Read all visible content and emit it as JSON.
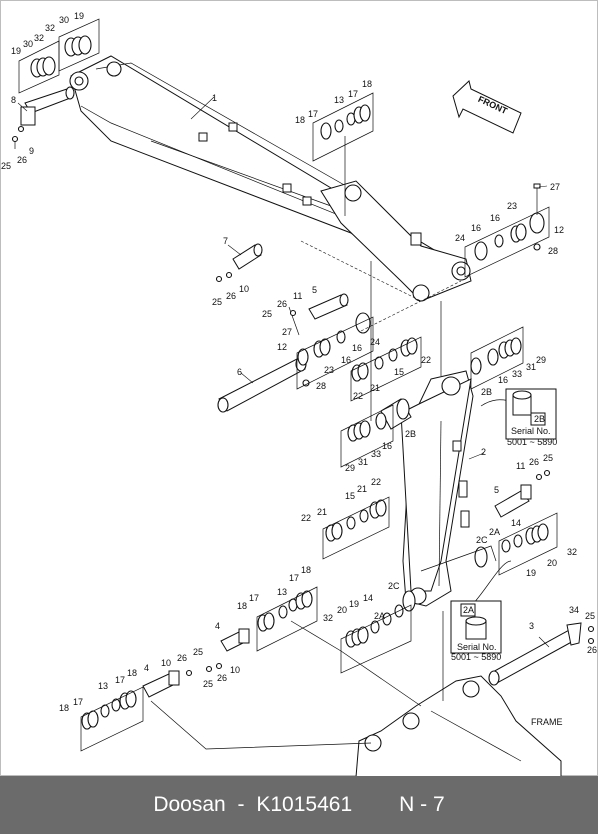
{
  "diagram": {
    "front_label": "FRONT",
    "frame_label": "FRAME",
    "serial_2b": {
      "code": "2B",
      "title": "Serial No.",
      "range": "5001 ~ 5890"
    },
    "serial_2a": {
      "code": "2A",
      "title": "Serial No.",
      "range": "5001 ~ 5890"
    },
    "callouts": [
      "1",
      "2",
      "2A",
      "2B",
      "2C",
      "4",
      "5",
      "6",
      "7",
      "8",
      "9",
      "10",
      "11",
      "12",
      "13",
      "14",
      "15",
      "16",
      "17",
      "18",
      "19",
      "20",
      "21",
      "22",
      "23",
      "24",
      "25",
      "26",
      "27",
      "28",
      "29",
      "30",
      "31",
      "32",
      "33",
      "34"
    ]
  },
  "footer": {
    "brand": "Doosan",
    "separator": " - ",
    "part_number": "K1015461",
    "page": "N - 7"
  }
}
